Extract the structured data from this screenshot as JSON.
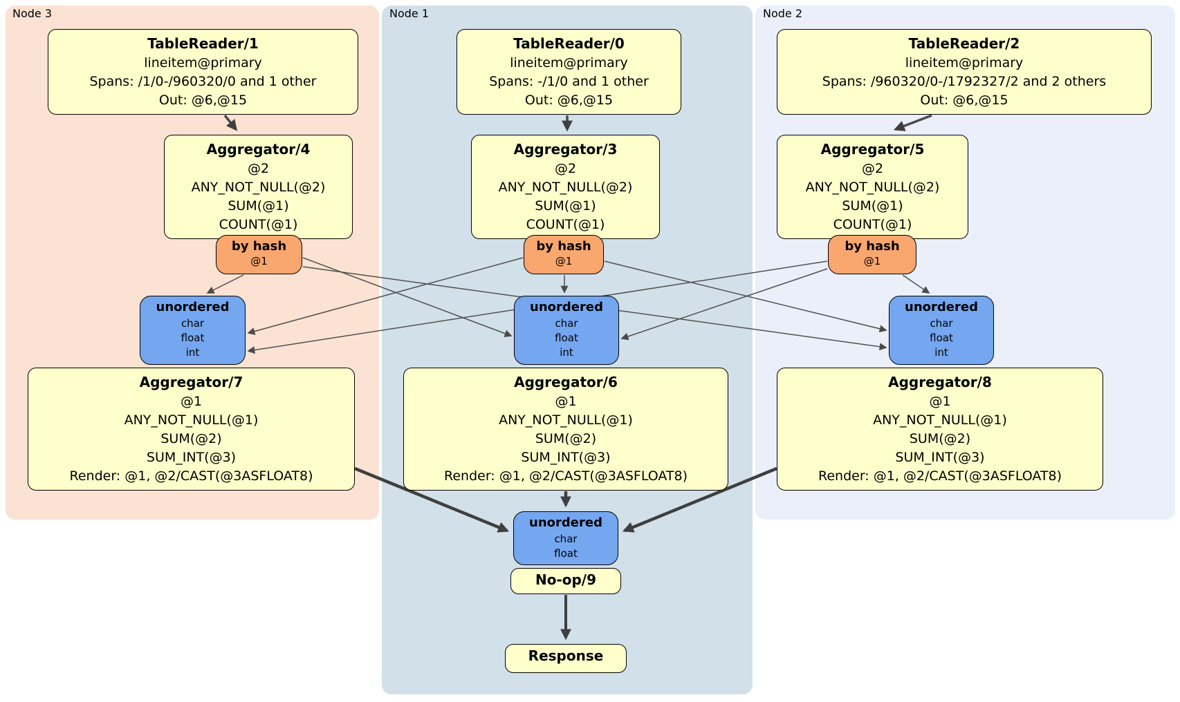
{
  "nodes": [
    {
      "label": "Node 3",
      "table_reader": {
        "title": "TableReader/1",
        "lines": [
          "lineitem@primary",
          "Spans: /1/0-/960320/0 and 1 other",
          "Out: @6,@15"
        ]
      },
      "aggregator_top": {
        "title": "Aggregator/4",
        "lines": [
          "@2",
          "ANY_NOT_NULL(@2)",
          "SUM(@1)",
          "COUNT(@1)"
        ]
      },
      "hash_router": {
        "title": "by hash",
        "lines": [
          "@1"
        ]
      },
      "sync": {
        "title": "unordered",
        "lines": [
          "char",
          "float",
          "int"
        ]
      },
      "aggregator_bottom": {
        "title": "Aggregator/7",
        "lines": [
          "@1",
          "ANY_NOT_NULL(@1)",
          "SUM(@2)",
          "SUM_INT(@3)",
          "Render: @1, @2/CAST(@3ASFLOAT8)"
        ]
      }
    },
    {
      "label": "Node 1",
      "table_reader": {
        "title": "TableReader/0",
        "lines": [
          "lineitem@primary",
          "Spans: -/1/0 and 1 other",
          "Out: @6,@15"
        ]
      },
      "aggregator_top": {
        "title": "Aggregator/3",
        "lines": [
          "@2",
          "ANY_NOT_NULL(@2)",
          "SUM(@1)",
          "COUNT(@1)"
        ]
      },
      "hash_router": {
        "title": "by hash",
        "lines": [
          "@1"
        ]
      },
      "sync": {
        "title": "unordered",
        "lines": [
          "char",
          "float",
          "int"
        ]
      },
      "aggregator_bottom": {
        "title": "Aggregator/6",
        "lines": [
          "@1",
          "ANY_NOT_NULL(@1)",
          "SUM(@2)",
          "SUM_INT(@3)",
          "Render: @1, @2/CAST(@3ASFLOAT8)"
        ]
      }
    },
    {
      "label": "Node 2",
      "table_reader": {
        "title": "TableReader/2",
        "lines": [
          "lineitem@primary",
          "Spans: /960320/0-/1792327/2 and 2 others",
          "Out: @6,@15"
        ]
      },
      "aggregator_top": {
        "title": "Aggregator/5",
        "lines": [
          "@2",
          "ANY_NOT_NULL(@2)",
          "SUM(@1)",
          "COUNT(@1)"
        ]
      },
      "hash_router": {
        "title": "by hash",
        "lines": [
          "@1"
        ]
      },
      "sync": {
        "title": "unordered",
        "lines": [
          "char",
          "float",
          "int"
        ]
      },
      "aggregator_bottom": {
        "title": "Aggregator/8",
        "lines": [
          "@1",
          "ANY_NOT_NULL(@1)",
          "SUM(@2)",
          "SUM_INT(@3)",
          "Render: @1, @2/CAST(@3ASFLOAT8)"
        ]
      }
    }
  ],
  "final_stage": {
    "sync": {
      "title": "unordered",
      "lines": [
        "char",
        "float"
      ]
    },
    "noop": {
      "title": "No-op/9"
    },
    "response": {
      "title": "Response"
    }
  },
  "colors": {
    "node3_panel_bg": "#fce2d2",
    "node1_panel_bg": "#d2e0e9",
    "node2_panel_bg": "#eaeffa",
    "processor_box_bg": "#ffffcc",
    "hash_router_bg": "#f9a66f",
    "sync_box_bg": "#74a7f0",
    "edge_color": "#4a4a4a"
  }
}
